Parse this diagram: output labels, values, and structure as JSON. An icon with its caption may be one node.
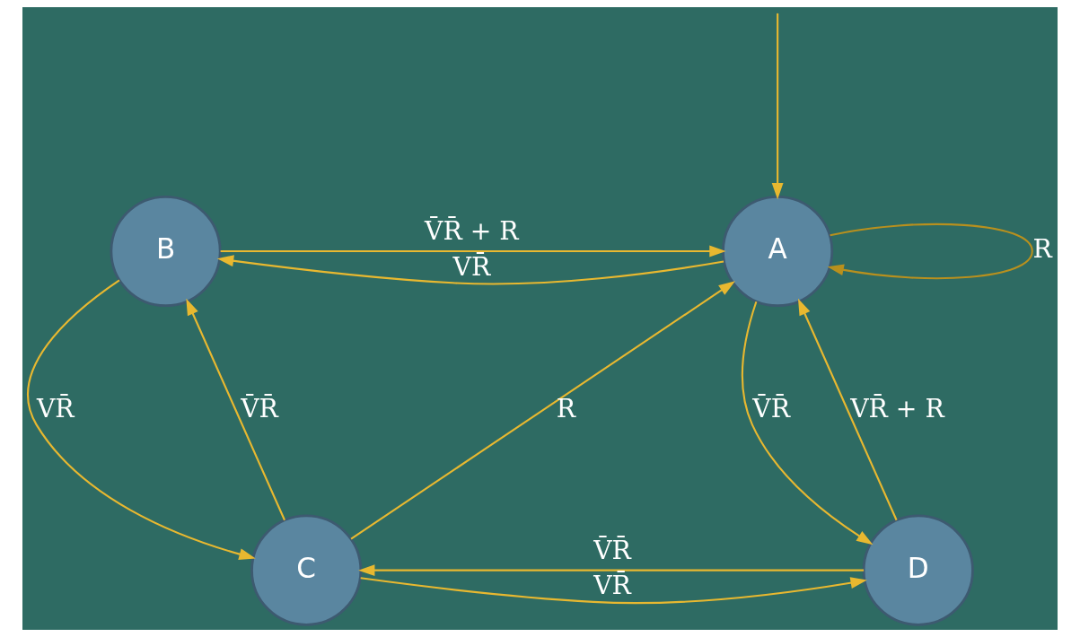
{
  "diagram": {
    "nodes": [
      {
        "text": [
          "A"
        ]
      },
      {
        "text": [
          "B"
        ]
      },
      {
        "text": [
          "D"
        ]
      },
      {
        "text": [
          "C"
        ]
      }
    ],
    "edges": [
      {
        "from": 0,
        "to": 0,
        "arrow": "to",
        "label": "R",
        "color": "#b8901e"
      },
      {
        "from": null,
        "to": 0,
        "arrow": "to"
      },
      {
        "from": 0,
        "to": 1,
        "arrow": "to",
        "label": "VR̄"
      },
      {
        "from": 1,
        "to": 0,
        "arrow": "to",
        "label": "V̄R̄ + R"
      },
      {
        "from": 3,
        "to": 0,
        "arrow": "to",
        "label": "R"
      },
      {
        "from": 0,
        "to": 2,
        "arrow": "to",
        "label": "V̄R̄"
      },
      {
        "from": 2,
        "to": 0,
        "arrow": "to",
        "label": "VR̄ + R"
      },
      {
        "from": 1,
        "to": 3,
        "arrow": "to",
        "label": "VR̄"
      },
      {
        "from": 3,
        "to": 1,
        "arrow": "to",
        "label": "V̄R̄"
      },
      {
        "from": 2,
        "to": 3,
        "arrow": "to",
        "label": "V̄R̄"
      },
      {
        "from": 3,
        "to": 2,
        "arrow": "to",
        "label": "VR̄"
      }
    ]
  }
}
